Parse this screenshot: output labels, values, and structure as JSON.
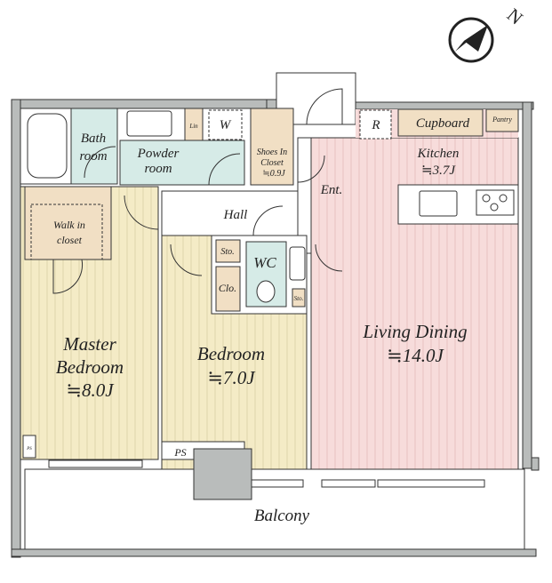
{
  "compass": {
    "label": "N"
  },
  "colors": {
    "wall": "#b9bcbb",
    "wet": "#d6ebe7",
    "storage": "#f1dfc4",
    "bedroom": "#f4ebc6",
    "living": "#f7dcdb"
  },
  "rooms": {
    "bath": [
      "Bath",
      "room"
    ],
    "powder": [
      "Powder",
      "room"
    ],
    "linen": "Lin",
    "washer": "W",
    "shoes": [
      "Shoes In",
      "Closet",
      "≒0.9J"
    ],
    "entrance": "Ent.",
    "hall": "Hall",
    "walk_in": [
      "Walk in",
      "closet"
    ],
    "storage1": "Sto.",
    "wc": "WC",
    "closet": "Clo.",
    "storage2": "Sto.",
    "master": [
      "Master",
      "Bedroom",
      "≒8.0J"
    ],
    "bedroom": [
      "Bedroom",
      "≒7.0J"
    ],
    "living": [
      "Living Dining",
      "≒14.0J"
    ],
    "kitchen": [
      "Kitchen",
      "≒3.7J"
    ],
    "fridge": "R",
    "cupboard": "Cupboard",
    "pantry": "Pantry",
    "ps": "PS",
    "ps_small": "PS",
    "balcony": "Balcony"
  }
}
